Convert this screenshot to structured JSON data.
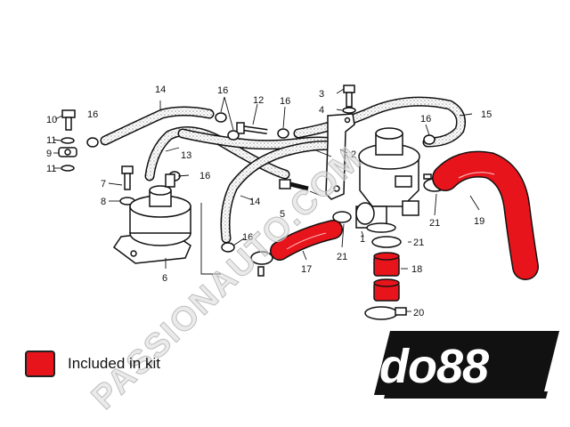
{
  "legend": {
    "label": "Included in kit",
    "color": "#e8141b"
  },
  "brand": {
    "logo_text": "do88"
  },
  "watermark": {
    "text": "PASSIONAUTO.COM"
  },
  "part_labels": {
    "p1": "1",
    "p2": "2",
    "p3": "3",
    "p4": "4",
    "p5": "5",
    "p6": "6",
    "p7": "7",
    "p8": "8",
    "p9": "9",
    "p10": "10",
    "p11a": "11",
    "p11b": "11",
    "p12": "12",
    "p13": "13",
    "p14a": "14",
    "p14b": "14",
    "p15": "15",
    "p16a": "16",
    "p16b": "16",
    "p16c": "16",
    "p16d": "16",
    "p16e": "16",
    "p17": "17",
    "p18": "18",
    "p19": "19",
    "p20": "20",
    "p21a": "21",
    "p21b": "21",
    "p21c": "21"
  }
}
